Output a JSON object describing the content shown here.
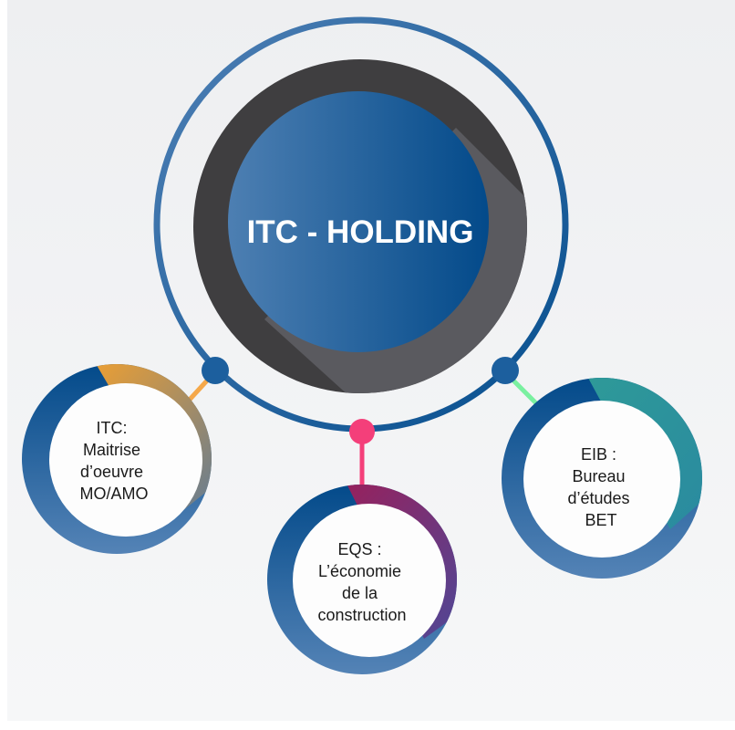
{
  "center": {
    "title": "ITC - HOLDING"
  },
  "entities": [
    {
      "id": "itc",
      "lines": [
        "ITC:",
        "Maitrise",
        "d’oeuvre",
        "MO/AMO"
      ],
      "accent": "#f0a030"
    },
    {
      "id": "eqs",
      "lines": [
        "EQS :",
        "L’économie",
        "de la",
        "construction"
      ],
      "accent": "#b0286a"
    },
    {
      "id": "eib",
      "lines": [
        "EIB :",
        "Bureau",
        "d’études",
        "BET"
      ],
      "accent": "#2a9a95"
    }
  ],
  "colors": {
    "background": "#f2f3f5",
    "ring_blue_dark": "#054e8e",
    "ring_blue_light": "#4f80b5",
    "connector_pink": "#f43f7a",
    "connector_green": "#7af0a0",
    "connector_orange": "#f5a84a"
  }
}
